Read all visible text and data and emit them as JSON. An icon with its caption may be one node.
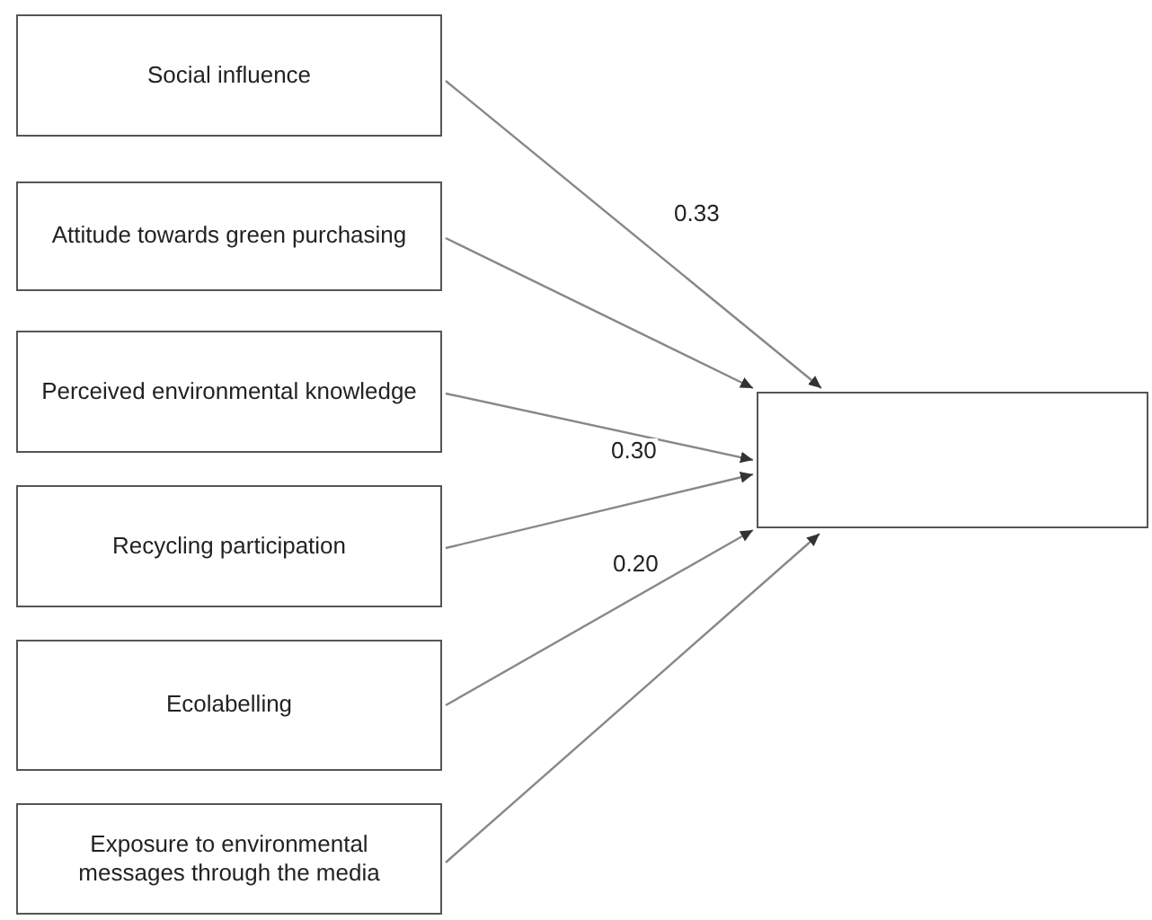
{
  "diagram": {
    "nodes": [
      {
        "text": [
          "Social influence"
        ]
      },
      {
        "text": [
          "Attitude towards green purchasing"
        ]
      },
      {
        "text": [
          "Perceived environmental knowledge"
        ]
      },
      {
        "text": [
          "Recycling participation"
        ]
      },
      {
        "text": [
          "Ecolabelling"
        ]
      },
      {
        "text": [
          "Exposure to environmental messages through the media"
        ]
      },
      {
        "text": [],
        "shape": "box"
      }
    ],
    "edges": [
      {
        "from": 0,
        "to": 6,
        "arrow": "to",
        "label": "0.33"
      },
      {
        "from": 1,
        "to": 6,
        "arrow": "to"
      },
      {
        "from": 2,
        "to": 6,
        "arrow": "to",
        "label": "0.30"
      },
      {
        "from": 3,
        "to": 6,
        "arrow": "to"
      },
      {
        "from": 4,
        "to": 6,
        "arrow": "to",
        "label": "0.20"
      },
      {
        "from": 5,
        "to": 6,
        "arrow": "to"
      }
    ]
  }
}
